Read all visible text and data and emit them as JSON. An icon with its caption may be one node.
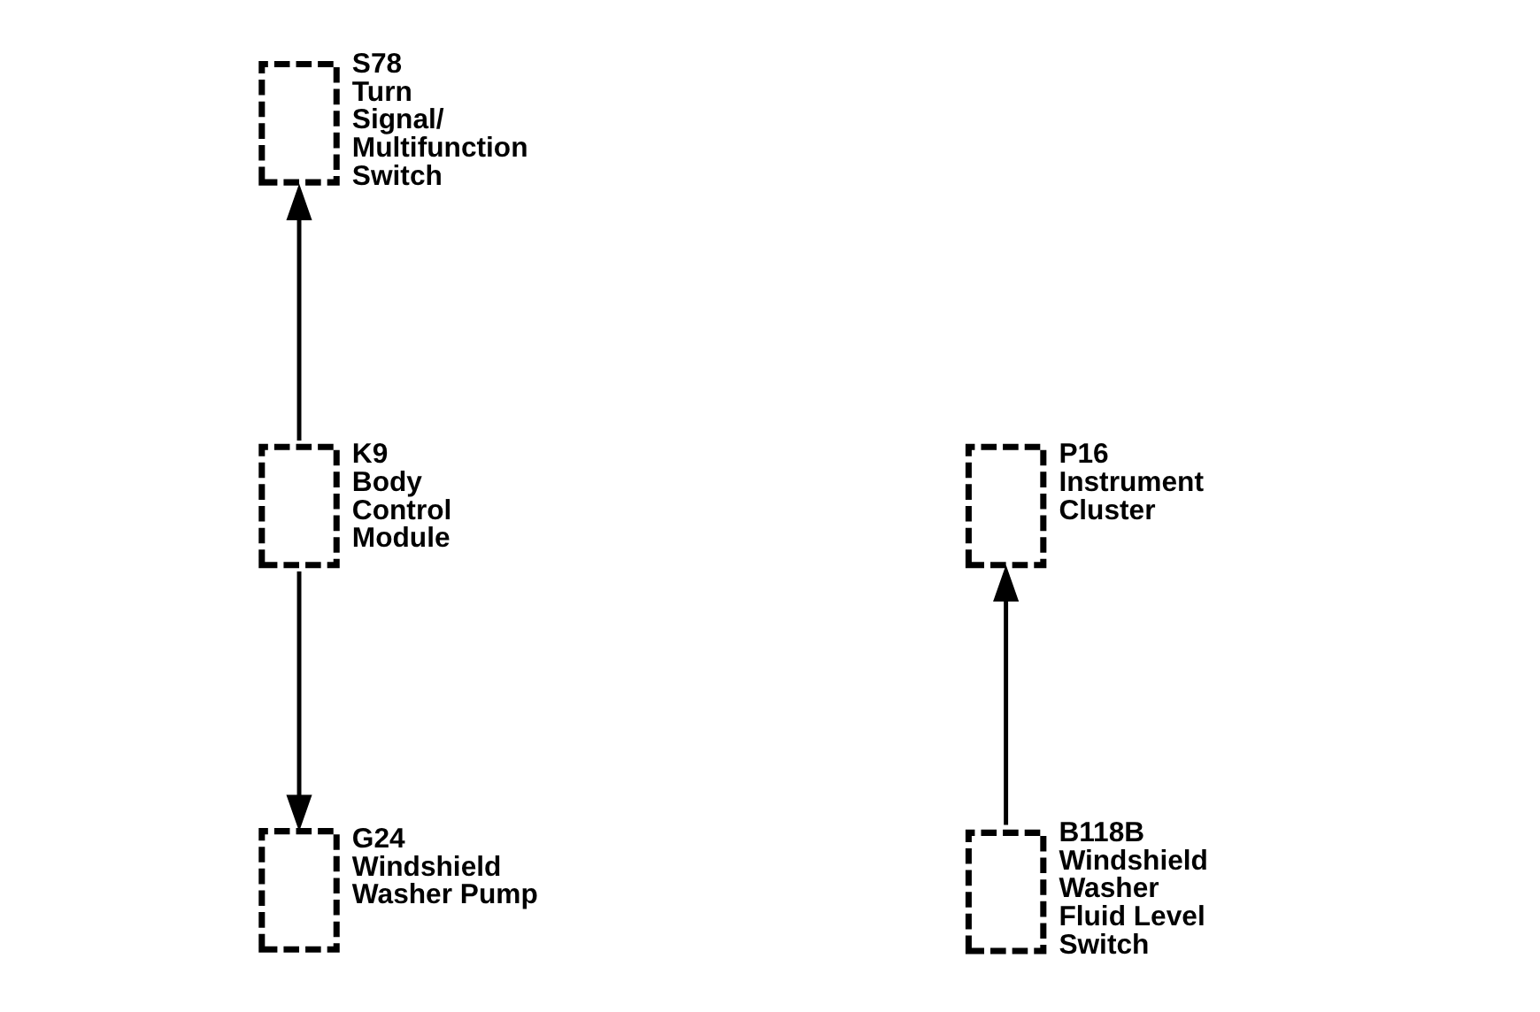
{
  "diagram": {
    "nodes": [
      {
        "text": [
          "S78",
          "Turn Signal/ Multifunction Switch"
        ]
      },
      {
        "text": [
          "K9",
          "Body Control Module"
        ]
      },
      {
        "text": [
          "G24",
          "Windshield Washer Pump"
        ]
      },
      {
        "text": [
          "P16",
          "Instrument Cluster"
        ]
      },
      {
        "text": [
          "B118B",
          "Windshield Washer Fluid Level Switch"
        ]
      }
    ],
    "edges": [
      {
        "from": 1,
        "to": 0,
        "arrow": "to"
      },
      {
        "from": 1,
        "to": 2,
        "arrow": "to"
      },
      {
        "from": 4,
        "to": 3,
        "arrow": "to"
      }
    ]
  }
}
